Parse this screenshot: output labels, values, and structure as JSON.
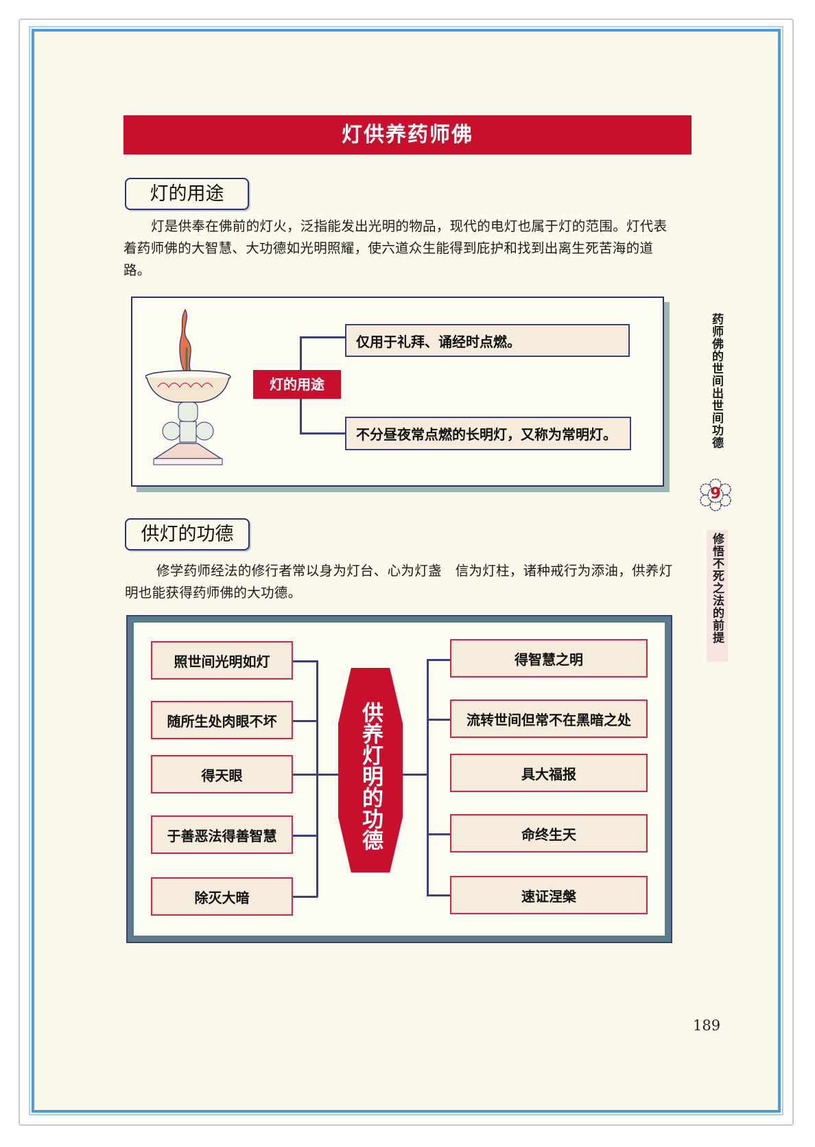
{
  "title": "灯供养药师佛",
  "section1": {
    "heading": "灯的用途",
    "paragraph": "灯是供奉在佛前的灯火，泛指能发出光明的物品，现代的电灯也属于灯的范围。灯代表着药师佛的大智慧、大功德如光明照耀，使六道众生能得到庇护和找到出离生死苦海的道路。",
    "diagram": {
      "center": "灯的用途",
      "items": [
        "仅用于礼拜、诵经时点燃。",
        "不分昼夜常点燃的长明灯，又称为常明灯。"
      ]
    }
  },
  "section2": {
    "heading": "供灯的功德",
    "paragraph": "修学药师经法的修行者常以身为灯台、心为灯盏　信为灯柱，诸种戒行为添油，供养灯明也能获得药师佛的大功德。",
    "diagram": {
      "center": "供养灯明的功德",
      "left": [
        "照世间光明如灯",
        "随所生处肉眼不坏",
        "得天眼",
        "于善恶法得善智慧",
        "除灭大暗"
      ],
      "right": [
        "得智慧之明",
        "流转世间但常不在黑暗之处",
        "具大福报",
        "命终生天",
        "速证涅槃"
      ]
    }
  },
  "sidebar": {
    "chapter_title": "药师佛的世间出世间功德",
    "chapter_number": "9",
    "section_title": "修悟不死之法的前提"
  },
  "page_number": "189",
  "colors": {
    "accent_red": "#c8102e",
    "frame_blue": "#4a9be0",
    "navy": "#2c2f6e"
  }
}
